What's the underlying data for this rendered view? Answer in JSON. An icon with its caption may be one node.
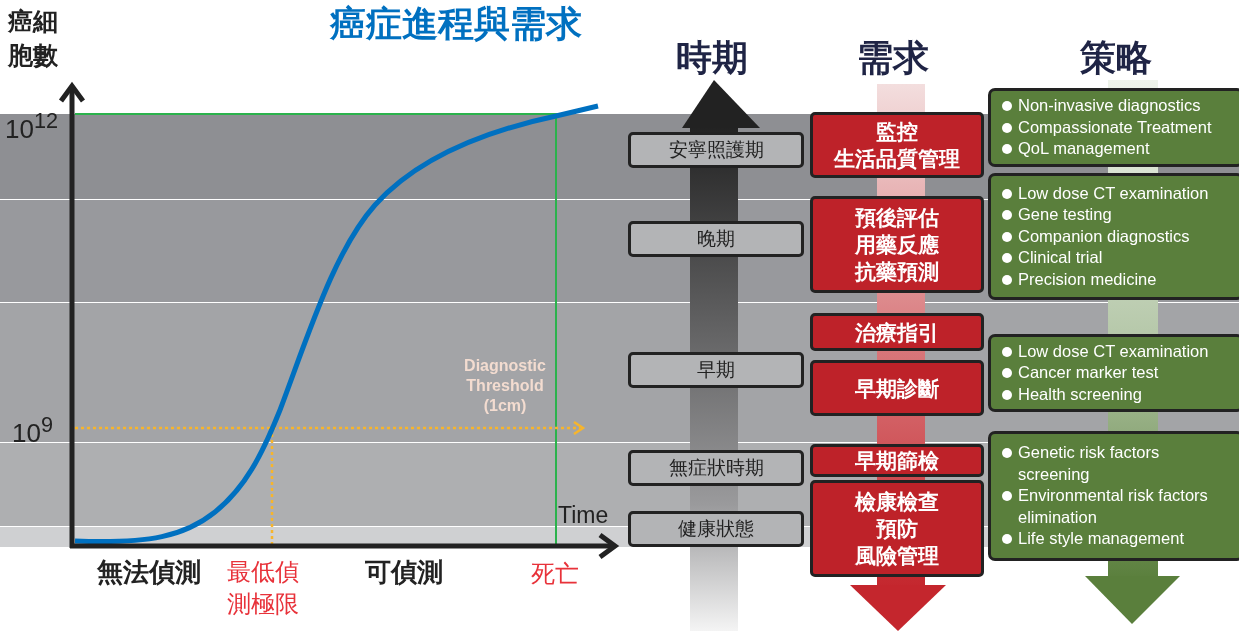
{
  "diagram": {
    "title": "癌症進程與需求",
    "nodes": [
      {
        "text": [
          "安寧照護期"
        ]
      },
      {
        "text": [
          "晚期"
        ]
      },
      {
        "text": [
          "早期"
        ]
      },
      {
        "text": [
          "無症狀時期"
        ]
      },
      {
        "text": [
          "健康狀態"
        ]
      },
      {
        "text": [
          "監控",
          "生活品質管理"
        ]
      },
      {
        "text": [
          "預後評估",
          "用藥反應",
          "抗藥預測"
        ]
      },
      {
        "text": [
          "治療指引"
        ]
      },
      {
        "text": [
          "早期診斷"
        ]
      },
      {
        "text": [
          "早期篩檢"
        ]
      },
      {
        "text": [
          "檢康檢查",
          "預防",
          "風險管理"
        ]
      },
      {
        "text": [
          "Non-invasive diagnostics",
          "Compassionate Treatment",
          "QoL management"
        ]
      },
      {
        "text": [
          "Low dose CT examination",
          "Gene testing",
          "Companion diagnostics",
          "Clinical trial",
          "Precision medicine"
        ]
      },
      {
        "text": [
          "Low dose CT examination",
          "Cancer marker test",
          "Health screening"
        ]
      },
      {
        "text": [
          "Genetic risk factors screening",
          "Environmental risk factors elimination",
          "Life style management"
        ]
      }
    ],
    "labels": [
      "時期",
      "需求",
      "策略",
      "癌細胞數",
      "10$^{12}$",
      "10$^{9}$",
      "Diagnostic Threshold (1cm)",
      "Time",
      "無法偵測",
      "最低偵測極限",
      "可偵測",
      "死亡"
    ]
  }
}
